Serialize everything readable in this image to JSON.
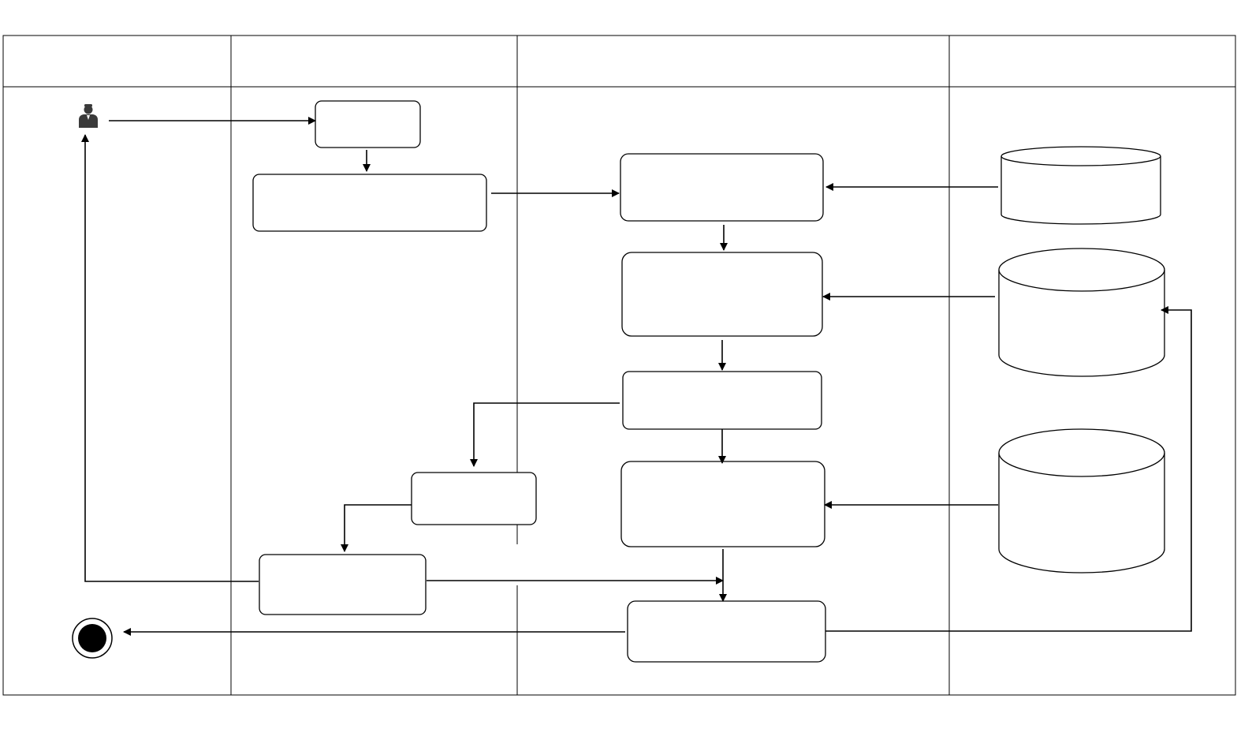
{
  "diagram": {
    "type": "swimlane-activity-diagram",
    "lanes": [
      {
        "id": "lane-1",
        "header": ""
      },
      {
        "id": "lane-2",
        "header": ""
      },
      {
        "id": "lane-3",
        "header": ""
      },
      {
        "id": "lane-4",
        "header": ""
      }
    ],
    "nodes": [
      {
        "id": "actor",
        "kind": "actor",
        "icon": "user-icon",
        "label": ""
      },
      {
        "id": "box-a",
        "kind": "activity",
        "label": ""
      },
      {
        "id": "box-b",
        "kind": "activity",
        "label": ""
      },
      {
        "id": "box-c",
        "kind": "activity",
        "label": ""
      },
      {
        "id": "box-d",
        "kind": "activity",
        "label": ""
      },
      {
        "id": "box-e",
        "kind": "activity",
        "label": ""
      },
      {
        "id": "box-f",
        "kind": "activity",
        "label": ""
      },
      {
        "id": "box-g",
        "kind": "activity",
        "label": ""
      },
      {
        "id": "box-h",
        "kind": "activity",
        "label": ""
      },
      {
        "id": "box-i",
        "kind": "activity",
        "label": ""
      },
      {
        "id": "db-1",
        "kind": "datastore",
        "label": ""
      },
      {
        "id": "db-2",
        "kind": "datastore",
        "label": ""
      },
      {
        "id": "db-3",
        "kind": "datastore",
        "label": ""
      },
      {
        "id": "end",
        "kind": "final-node",
        "label": ""
      }
    ],
    "edges": [
      {
        "from": "actor",
        "to": "box-a"
      },
      {
        "from": "box-a",
        "to": "box-b"
      },
      {
        "from": "box-b",
        "to": "box-c"
      },
      {
        "from": "db-1",
        "to": "box-c"
      },
      {
        "from": "box-c",
        "to": "box-d"
      },
      {
        "from": "db-2",
        "to": "box-d"
      },
      {
        "from": "box-d",
        "to": "box-e"
      },
      {
        "from": "box-e",
        "to": "box-f"
      },
      {
        "from": "box-e",
        "to": "box-g"
      },
      {
        "from": "db-3",
        "to": "box-g"
      },
      {
        "from": "box-f",
        "to": "box-h"
      },
      {
        "from": "box-h",
        "to": "actor"
      },
      {
        "from": "box-h",
        "to": "box-i"
      },
      {
        "from": "box-g",
        "to": "box-i"
      },
      {
        "from": "box-i",
        "to": "end"
      },
      {
        "from": "box-i",
        "to": "db-2"
      }
    ],
    "colors": {
      "stroke": "#000000",
      "background": "#ffffff",
      "icon": "#3a3a3a"
    }
  }
}
